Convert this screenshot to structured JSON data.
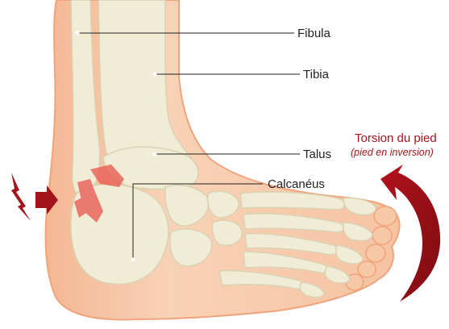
{
  "labels": {
    "fibula": "Fibula",
    "tibia": "Tibia",
    "talus": "Talus",
    "calcaneus": "Calcanéus"
  },
  "annotation": {
    "title": "Torsion du pied",
    "subtitle": "(pied en inversion)"
  },
  "icons": [
    "impact-lightning-icon",
    "impact-arrow-icon",
    "rotation-arrow-icon"
  ],
  "colors": {
    "skin": "#f6c7a4",
    "skin_outline": "#efa47d",
    "bone": "#f1ecd6",
    "bone_outline": "#d9d2b4",
    "injury": "#e9655c",
    "accent": "#a3131b"
  }
}
